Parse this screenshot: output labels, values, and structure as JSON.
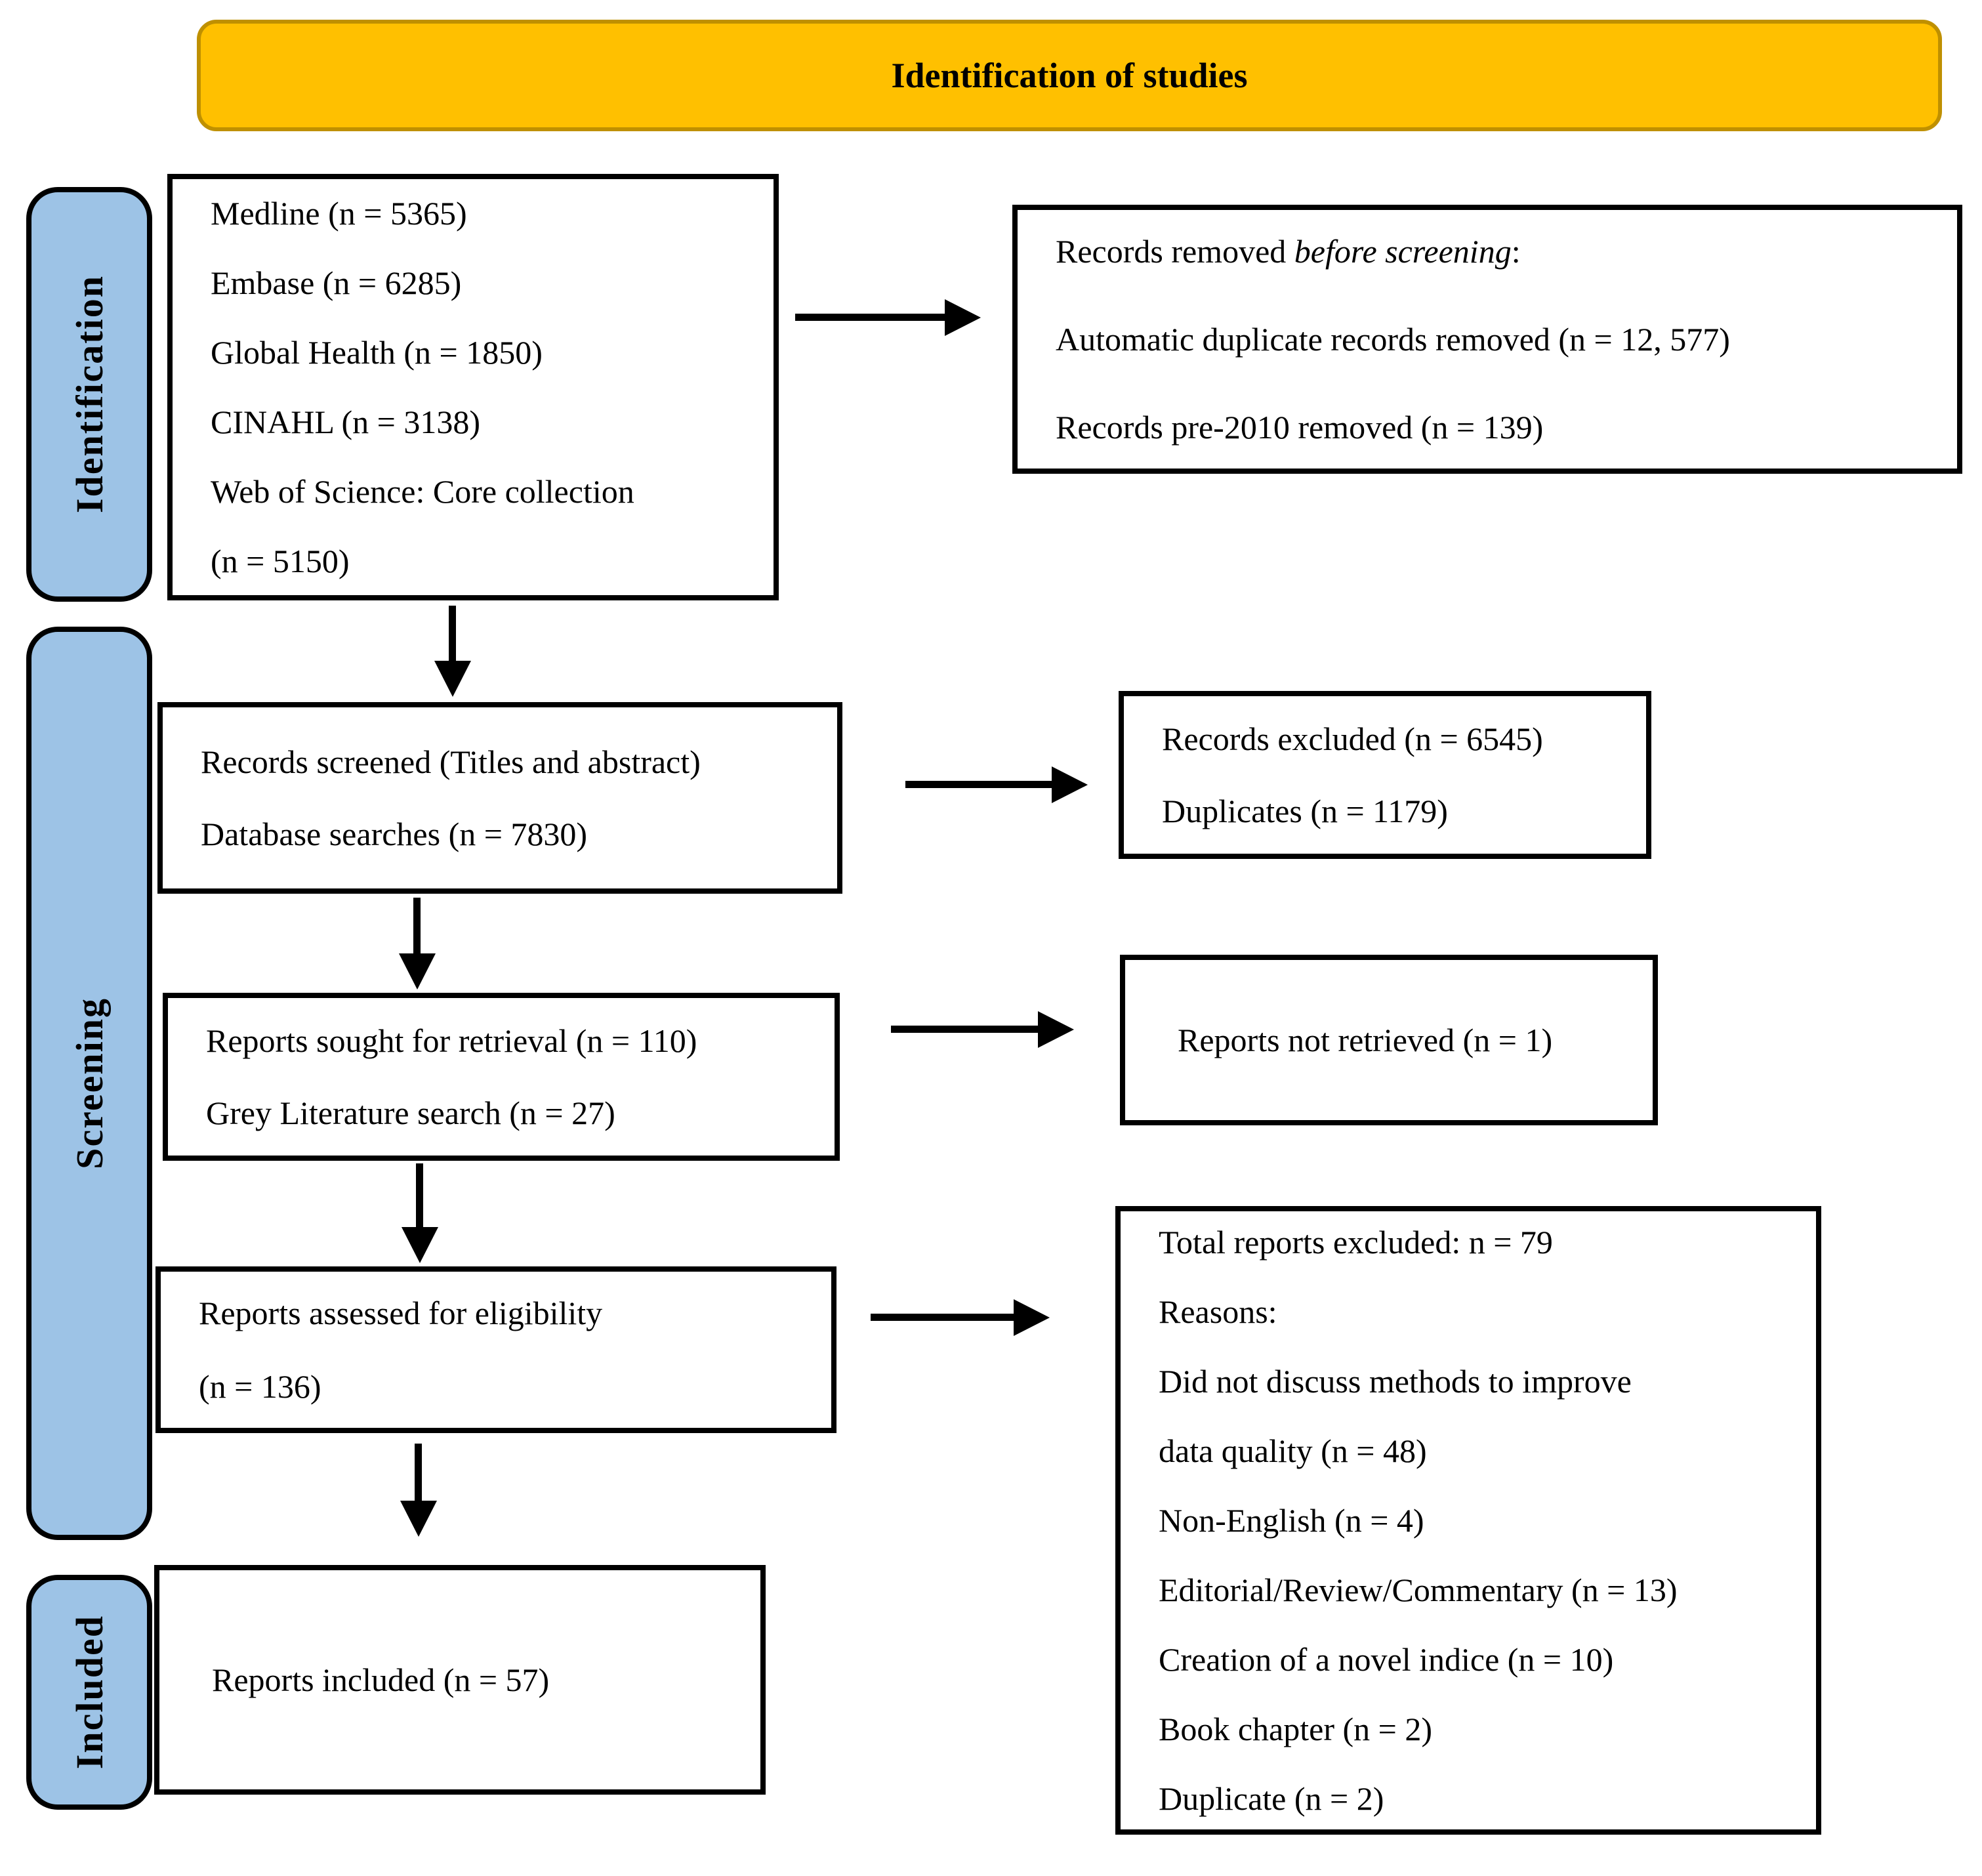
{
  "colors": {
    "banner_fill": "#FFC000",
    "banner_border": "#BF9000",
    "stage_fill": "#9DC3E6",
    "box_border": "#000000",
    "text": "#000000",
    "background": "#FFFFFF"
  },
  "banner": {
    "label": "Identification of studies"
  },
  "stages": {
    "identification": "Identification",
    "screening": "Screening",
    "included": "Included"
  },
  "flow": {
    "sources": {
      "lines": [
        "Medline (n = 5365)",
        "Embase (n = 6285)",
        "Global Health (n = 1850)",
        "CINAHL (n = 3138)",
        "Web of Science: Core collection",
        "(n = 5150)"
      ]
    },
    "records_removed": {
      "line1_normal": "Records removed ",
      "line1_italic": "before screening",
      "line1_end": ":",
      "lines": [
        "Automatic duplicate records removed (n = 12, 577)",
        "Records pre-2010 removed (n = 139)"
      ]
    },
    "records_screened": {
      "lines": [
        "Records screened (Titles and abstract)",
        "Database searches (n = 7830)"
      ]
    },
    "records_excluded": {
      "lines": [
        "Records excluded (n = 6545)",
        "Duplicates (n = 1179)"
      ]
    },
    "reports_sought": {
      "lines": [
        "Reports sought for retrieval (n = 110)",
        "Grey Literature search (n = 27)"
      ]
    },
    "reports_not_retrieved": {
      "lines": [
        "Reports not retrieved (n = 1)"
      ]
    },
    "reports_assessed": {
      "lines": [
        "Reports assessed for eligibility",
        "(n = 136)"
      ]
    },
    "reports_excluded_reasons": {
      "lines": [
        "Total reports excluded: n = 79",
        "Reasons:",
        "Did not discuss methods to improve",
        "data quality (n = 48)",
        "Non-English (n = 4)",
        "Editorial/Review/Commentary (n = 13)",
        "Creation of a novel indice (n = 10)",
        "Book chapter (n = 2)",
        "Duplicate (n = 2)"
      ]
    },
    "reports_included": {
      "lines": [
        "Reports included (n = 57)"
      ]
    }
  }
}
